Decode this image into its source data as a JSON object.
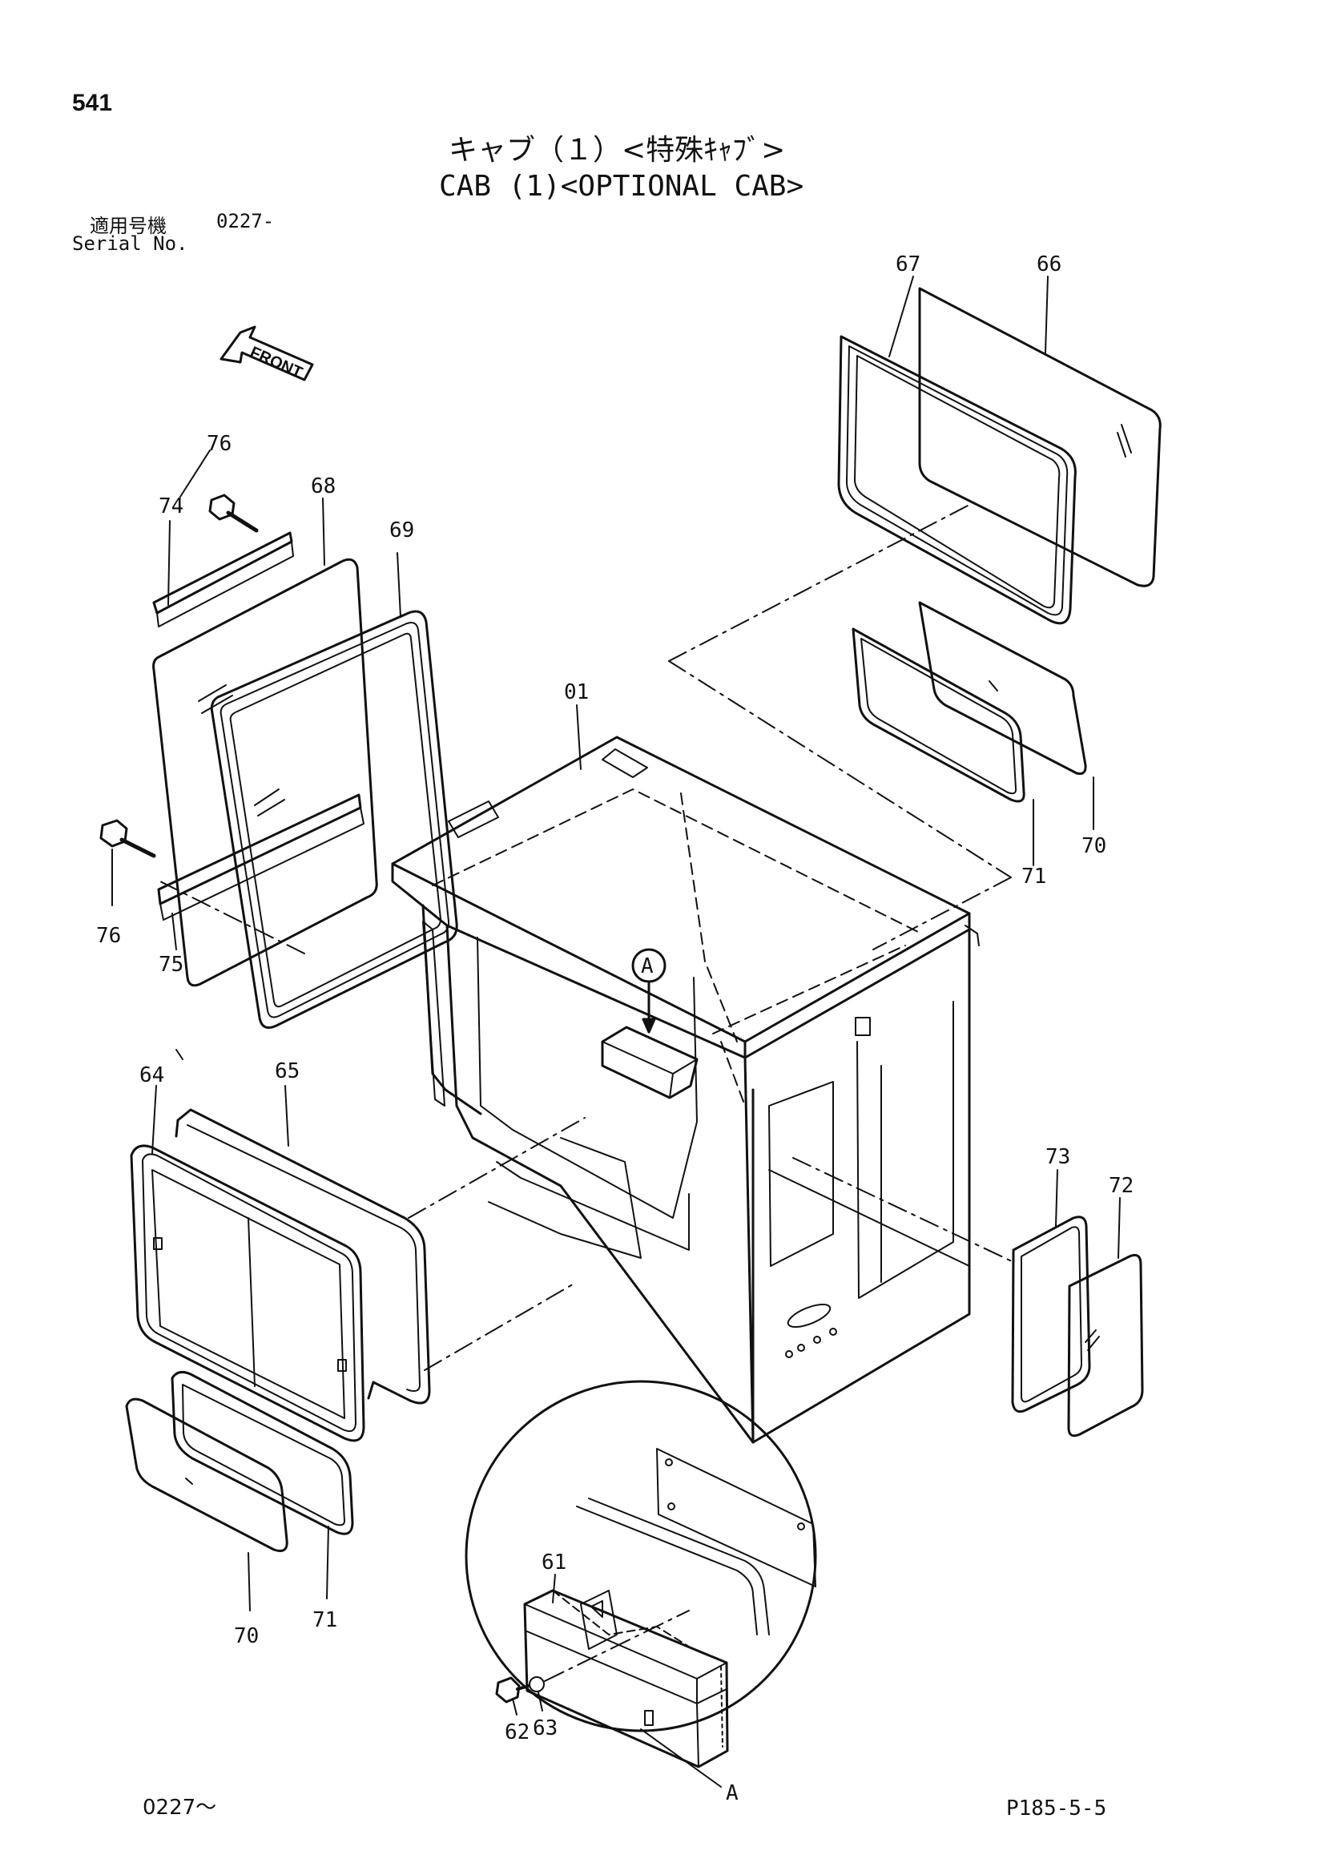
{
  "header": {
    "page_number": "541",
    "title_jp": "キャブ（１）<特殊ｷｬﾌﾞ>",
    "title_en": "CAB (1)<OPTIONAL CAB>",
    "serial_label_jp": "適用号機",
    "serial_value": "0227-",
    "serial_label_en": "Serial No."
  },
  "diagram": {
    "front_arrow_label": "FRONT",
    "detail_marker": "A",
    "callouts": {
      "p01": "01",
      "p61": "61",
      "p62": "62",
      "p63": "63",
      "p64": "64",
      "p65": "65",
      "p66": "66",
      "p67": "67",
      "p68": "68",
      "p69": "69",
      "p70a": "70",
      "p70b": "70",
      "p71a": "71",
      "p71b": "71",
      "p72": "72",
      "p73": "73",
      "p74": "74",
      "p75": "75",
      "p76a": "76",
      "p76b": "76",
      "detail_a": "A"
    }
  },
  "footer": {
    "serial": "0227～",
    "code": "P185-5-5"
  },
  "colors": {
    "ink": "#111111",
    "paper": "#ffffff"
  }
}
